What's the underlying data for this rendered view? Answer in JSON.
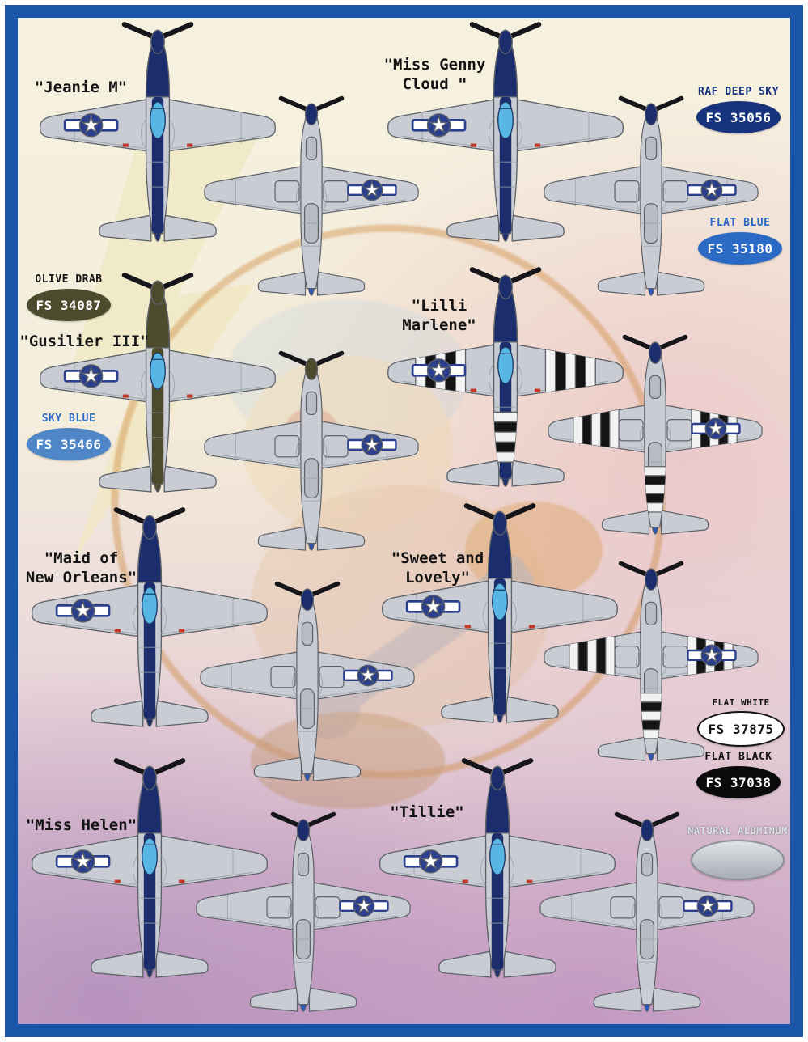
{
  "colors": {
    "frame_blue": "#1b55a8",
    "airframe": "#c9cdd3",
    "outline": "#5d6269",
    "canopy": "#58b6e4",
    "rudder_blue": "#2b57b8",
    "insignia_blue": "#2b3f8c",
    "stripe_white": "#f2f2f2",
    "stripe_black": "#141414"
  },
  "aircraft": [
    {
      "lines": [
        "\"Jeanie M\""
      ],
      "nose": "#1c2d6e",
      "upper_stripes": false,
      "lower_stripes": false
    },
    {
      "lines": [
        "\"Miss Genny",
        "Cloud \""
      ],
      "nose": "#1c2d6e",
      "upper_stripes": false,
      "lower_stripes": false
    },
    {
      "lines": [
        "\"Gusilier III\""
      ],
      "nose": "#4d4b2d",
      "upper_stripes": false,
      "lower_stripes": false
    },
    {
      "lines": [
        "\"Lilli",
        "Marlene\""
      ],
      "nose": "#1c2d6e",
      "upper_stripes": true,
      "lower_stripes": true
    },
    {
      "lines": [
        "\"Maid of",
        "New Orleans\""
      ],
      "nose": "#1c2d6e",
      "upper_stripes": false,
      "lower_stripes": false
    },
    {
      "lines": [
        "\"Sweet and",
        "Lovely\""
      ],
      "nose": "#1c2d6e",
      "upper_stripes": false,
      "lower_stripes": true
    },
    {
      "lines": [
        "\"Miss Helen\""
      ],
      "nose": "#1c2d6e",
      "upper_stripes": false,
      "lower_stripes": false
    },
    {
      "lines": [
        "\"Tillie\""
      ],
      "nose": "#1c2d6e",
      "upper_stripes": false,
      "lower_stripes": false
    }
  ],
  "swatches": [
    {
      "label": "RAF DEEP SKY",
      "code": "FS 35056",
      "fill": "#17337d",
      "label_color": "#17337d",
      "text_color": "#ffffff"
    },
    {
      "label": "FLAT BLUE",
      "code": "FS 35180",
      "fill": "#2b6ac4",
      "label_color": "#2b6ac4",
      "text_color": "#ffffff"
    },
    {
      "label": "OLIVE DRAB",
      "code": "FS 34087",
      "fill": "#4d4b2d",
      "label_color": "#141414",
      "text_color": "#ffffff"
    },
    {
      "label": "SKY BLUE",
      "code": "FS 35466",
      "fill": "#4f86c8",
      "label_color": "#2b6ac4",
      "text_color": "#ffffff"
    },
    {
      "label": "FLAT WHITE",
      "code": "FS 37875",
      "fill": "#ffffff",
      "label_color": "#141414",
      "text_color": "#141414",
      "border": "#141414"
    },
    {
      "label": "FLAT BLACK",
      "code": "FS 37038",
      "fill": "#0a0a0a",
      "label_color": "#141414",
      "text_color": "#ffffff"
    },
    {
      "label": "NATURAL ALUMINUM",
      "code": "",
      "fill": "#dfe3e8",
      "fill2": "#a9adb4",
      "label_color": "#dfe1e7",
      "text_color": "#141414",
      "border": "#8d9097"
    }
  ]
}
